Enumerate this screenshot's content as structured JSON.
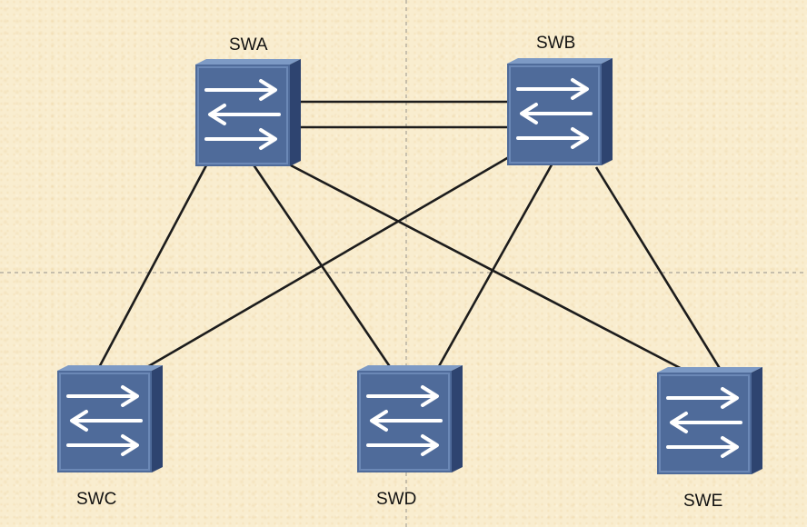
{
  "diagram": {
    "type": "network-topology",
    "colors": {
      "background": "#f9edcf",
      "device_front": "#4f6b9a",
      "device_top": "#7d9ac5",
      "device_side": "#2e4470",
      "link": "#1c1c1c",
      "arrow": "#ffffff"
    },
    "nodes": [
      {
        "id": "swa",
        "label": "SWA",
        "icon": "switch-icon"
      },
      {
        "id": "swb",
        "label": "SWB",
        "icon": "switch-icon"
      },
      {
        "id": "swc",
        "label": "SWC",
        "icon": "switch-icon"
      },
      {
        "id": "swd",
        "label": "SWD",
        "icon": "switch-icon"
      },
      {
        "id": "swe",
        "label": "SWE",
        "icon": "switch-icon"
      }
    ],
    "links": [
      {
        "from": "SWA",
        "to": "SWB"
      },
      {
        "from": "SWA",
        "to": "SWB"
      },
      {
        "from": "SWA",
        "to": "SWC"
      },
      {
        "from": "SWA",
        "to": "SWD"
      },
      {
        "from": "SWA",
        "to": "SWE"
      },
      {
        "from": "SWB",
        "to": "SWC"
      },
      {
        "from": "SWB",
        "to": "SWD"
      },
      {
        "from": "SWB",
        "to": "SWE"
      }
    ]
  }
}
